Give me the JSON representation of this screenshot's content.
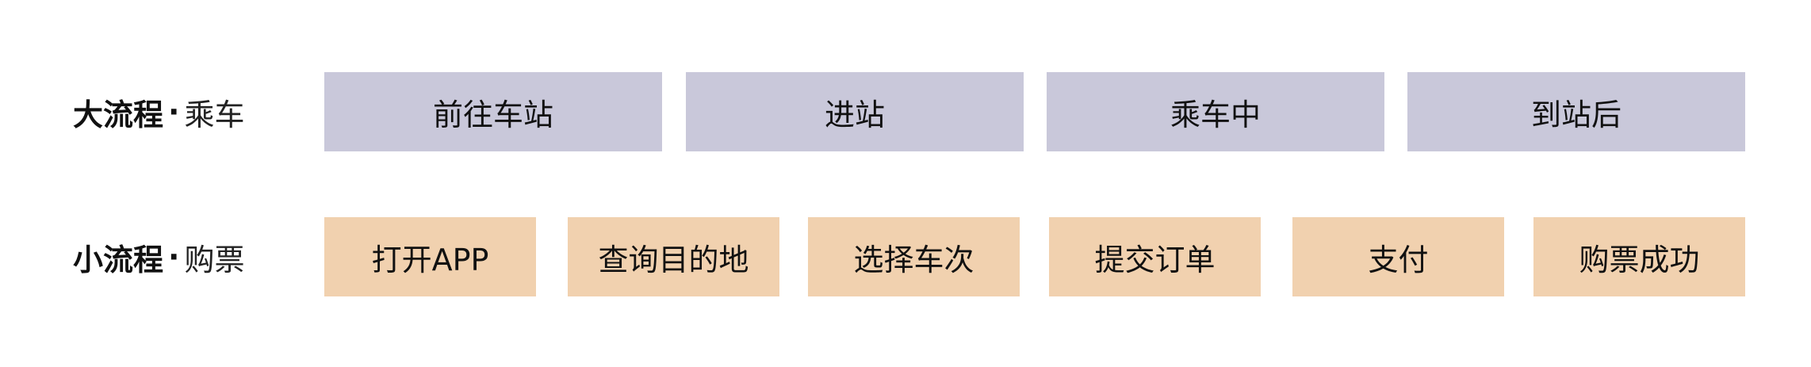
{
  "big_flow": {
    "label_strong": "大流程",
    "separator": "·",
    "label_light": "乘车",
    "stages": [
      "前往车站",
      "进站",
      "乘车中",
      "到站后"
    ]
  },
  "small_flow": {
    "label_strong": "小流程",
    "separator": "·",
    "label_light": "购票",
    "steps": [
      "打开APP",
      "查询目的地",
      "选择车次",
      "提交订单",
      "支付",
      "购票成功"
    ]
  },
  "colors": {
    "stage_fill": "#c9c8da",
    "step_fill": "#f1d1af"
  }
}
